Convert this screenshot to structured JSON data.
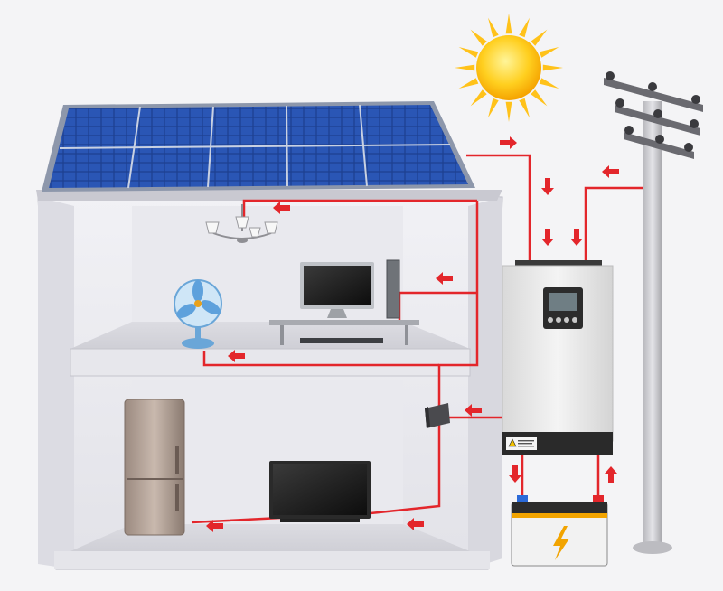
{
  "components": {
    "solar_panel": "solar-panel",
    "sun": "sun-icon",
    "utility_pole": "utility-pole",
    "inverter": "hybrid-inverter",
    "battery": "battery",
    "distribution_box": "distribution-box"
  },
  "loads": [
    "ceiling-lamp",
    "desk-fan",
    "desktop-computer",
    "refrigerator",
    "television"
  ],
  "inverter_label": "",
  "colors": {
    "wire": "#e3262b",
    "arrow": "#e3262b",
    "house_wall": "#ececf1",
    "house_outline": "#b8b8c2",
    "panel_cell": "#1d3f8f",
    "inverter_body": "#ededed",
    "inverter_base": "#2a2a2a",
    "sun": "#ffc21a",
    "pole": "#cfcfd3"
  },
  "icons": {
    "arrow": "arrow-icon",
    "lightning": "lightning-bolt-icon"
  }
}
